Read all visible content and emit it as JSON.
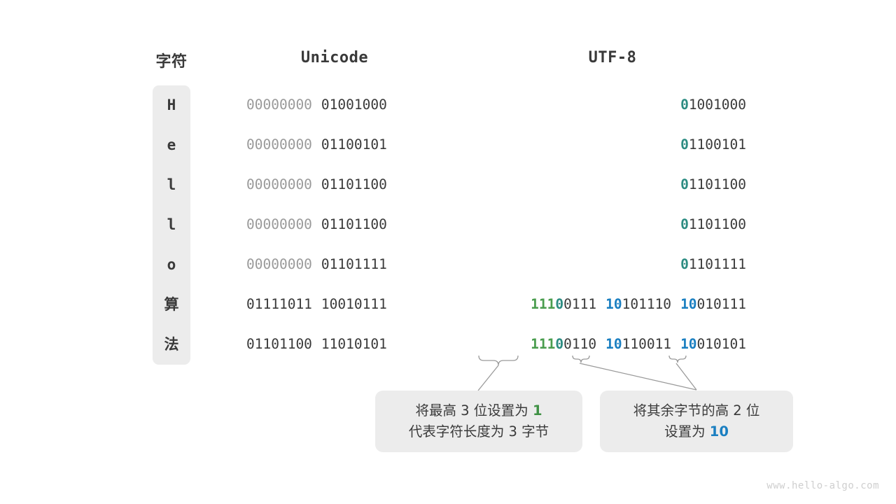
{
  "headers": {
    "char": "字符",
    "unicode": "Unicode",
    "utf8": "UTF-8"
  },
  "colors": {
    "panel_bg": "#ececec",
    "text_dark": "#3a3a3a",
    "text_dim": "#9a9a9a",
    "green": "#4a9d4e",
    "teal": "#2c8c82",
    "blue": "#1a7fc1",
    "connector": "#8c8c8c",
    "watermark": "#cfcfcf"
  },
  "rows": [
    {
      "char": "H",
      "unicode_high": "00000000",
      "unicode_low": "01001000",
      "utf8_bytes": [
        {
          "mark": "0",
          "mark_color": "teal",
          "rest": "1001000"
        }
      ]
    },
    {
      "char": "e",
      "unicode_high": "00000000",
      "unicode_low": "01100101",
      "utf8_bytes": [
        {
          "mark": "0",
          "mark_color": "teal",
          "rest": "1100101"
        }
      ]
    },
    {
      "char": "l",
      "unicode_high": "00000000",
      "unicode_low": "01101100",
      "utf8_bytes": [
        {
          "mark": "0",
          "mark_color": "teal",
          "rest": "1101100"
        }
      ]
    },
    {
      "char": "l",
      "unicode_high": "00000000",
      "unicode_low": "01101100",
      "utf8_bytes": [
        {
          "mark": "0",
          "mark_color": "teal",
          "rest": "1101100"
        }
      ]
    },
    {
      "char": "o",
      "unicode_high": "00000000",
      "unicode_low": "01101111",
      "utf8_bytes": [
        {
          "mark": "0",
          "mark_color": "teal",
          "rest": "1101111"
        }
      ]
    },
    {
      "char": "算",
      "unicode_high": "01111011",
      "unicode_low": "10010111",
      "utf8_bytes": [
        {
          "mark": "111",
          "mark_color": "green",
          "mark2": "0",
          "mark2_color": "teal",
          "rest": "0111"
        },
        {
          "mark": "10",
          "mark_color": "blue",
          "rest": "101110"
        },
        {
          "mark": "10",
          "mark_color": "blue",
          "rest": "010111"
        }
      ]
    },
    {
      "char": "法",
      "unicode_high": "01101100",
      "unicode_low": "11010101",
      "utf8_bytes": [
        {
          "mark": "111",
          "mark_color": "green",
          "mark2": "0",
          "mark2_color": "teal",
          "rest": "0110"
        },
        {
          "mark": "10",
          "mark_color": "blue",
          "rest": "110011"
        },
        {
          "mark": "10",
          "mark_color": "blue",
          "rest": "010101"
        }
      ]
    }
  ],
  "callouts": [
    {
      "line1_pre": "将最高 3 位设置为 ",
      "line1_hl": "1",
      "line1_hl_color": "green",
      "line2": "代表字符长度为 3 字节"
    },
    {
      "line1": "将其余字节的高 2 位",
      "line2_pre": "设置为 ",
      "line2_hl": "10",
      "line2_hl_color": "blue"
    }
  ],
  "watermark": "www.hello-algo.com"
}
